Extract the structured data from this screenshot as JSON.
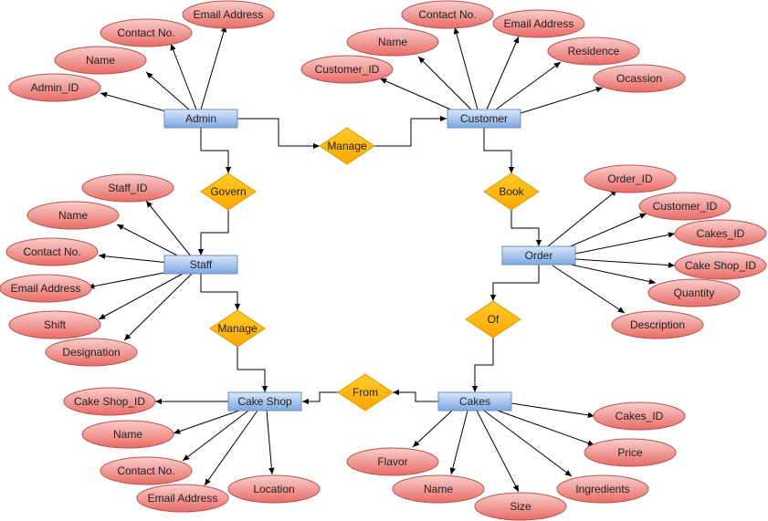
{
  "colors": {
    "entity_fill_top": "#dae8fc",
    "entity_fill_bottom": "#7ea6e0",
    "entity_stroke": "#6c8ebf",
    "attr_fill_top": "#f8cecc",
    "attr_fill_bottom": "#ea6b66",
    "attr_stroke": "#b85450",
    "rel_fill_top": "#ffcd28",
    "rel_fill_bottom": "#ffa500",
    "rel_stroke": "#d79b00",
    "edge": "#000000"
  },
  "entities": {
    "admin": "Admin",
    "customer": "Customer",
    "staff": "Staff",
    "order": "Order",
    "cake_shop": "Cake Shop",
    "cakes": "Cakes"
  },
  "relationships": {
    "manage_1": "Manage",
    "govern": "Govern",
    "book": "Book",
    "manage_2": "Manage",
    "of": "Of",
    "from": "From"
  },
  "attributes": {
    "admin": [
      "Email Address",
      "Contact No.",
      "Name",
      "Admin_ID"
    ],
    "customer": [
      "Contact No.",
      "Email Address",
      "Name",
      "Residence",
      "Customer_ID",
      "Ocassion"
    ],
    "staff": [
      "Staff_ID",
      "Name",
      "Contact No.",
      "Email Address",
      "Shift",
      "Designation"
    ],
    "order": [
      "Order_ID",
      "Customer_ID",
      "Cakes_ID",
      "Cake Shop_ID",
      "Quantity",
      "Description"
    ],
    "cake_shop": [
      "Cake Shop_ID",
      "Name",
      "Contact No.",
      "Email Address",
      "Location"
    ],
    "cakes": [
      "Cakes_ID",
      "Price",
      "Flavor",
      "Name",
      "Size",
      "Ingredients"
    ]
  }
}
